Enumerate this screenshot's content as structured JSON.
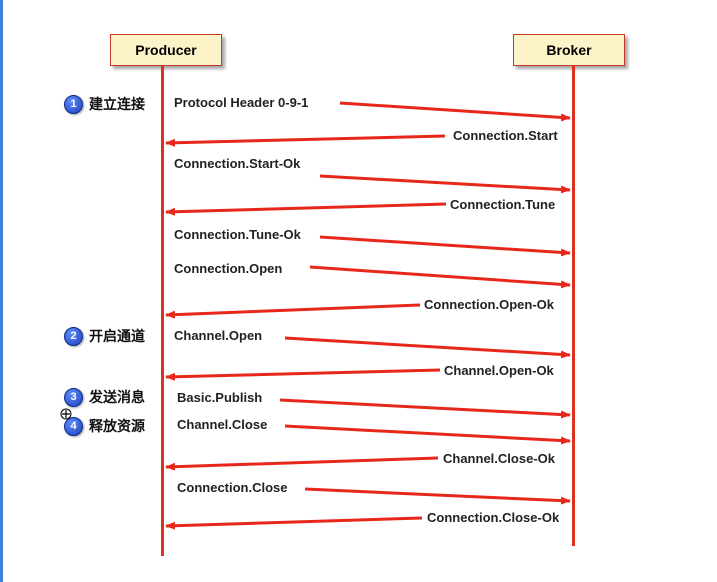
{
  "participants": {
    "producer": "Producer",
    "broker": "Broker"
  },
  "steps": [
    {
      "num": "1",
      "label": "建立连接"
    },
    {
      "num": "2",
      "label": "开启通道"
    },
    {
      "num": "3",
      "label": "发送消息"
    },
    {
      "num": "4",
      "label": "释放资源"
    }
  ],
  "messages": [
    {
      "label": "Protocol Header 0-9-1",
      "direction": "to-broker"
    },
    {
      "label": "Connection.Start",
      "direction": "to-producer"
    },
    {
      "label": "Connection.Start-Ok",
      "direction": "to-broker"
    },
    {
      "label": "Connection.Tune",
      "direction": "to-producer"
    },
    {
      "label": "Connection.Tune-Ok",
      "direction": "to-broker"
    },
    {
      "label": "Connection.Open",
      "direction": "to-broker"
    },
    {
      "label": "Connection.Open-Ok",
      "direction": "to-producer"
    },
    {
      "label": "Channel.Open",
      "direction": "to-broker"
    },
    {
      "label": "Channel.Open-Ok",
      "direction": "to-producer"
    },
    {
      "label": "Basic.Publish",
      "direction": "to-broker"
    },
    {
      "label": "Channel.Close",
      "direction": "to-broker"
    },
    {
      "label": "Channel.Close-Ok",
      "direction": "to-producer"
    },
    {
      "label": "Connection.Close",
      "direction": "to-broker"
    },
    {
      "label": "Connection.Close-Ok",
      "direction": "to-producer"
    }
  ],
  "colors": {
    "arrow": "#e8271b",
    "lifeline": "#e03020",
    "box_fill": "#fcf3c8",
    "badge": "#2a52d6"
  }
}
